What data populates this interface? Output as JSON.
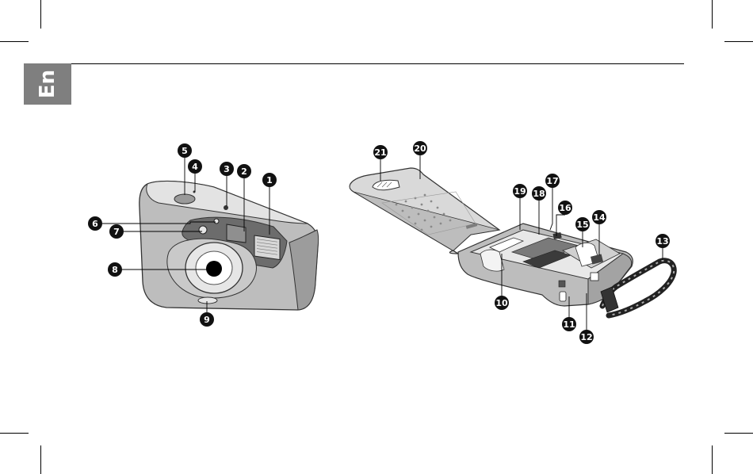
{
  "language_tab": {
    "label": "En"
  },
  "camera_front": {
    "callouts": [
      "1",
      "2",
      "3",
      "4",
      "5",
      "6",
      "7",
      "8",
      "9"
    ]
  },
  "camera_open": {
    "callouts": [
      "10",
      "11",
      "12",
      "13",
      "14",
      "15",
      "16",
      "17",
      "18",
      "19",
      "20",
      "21"
    ]
  },
  "colors": {
    "body": "#bdbdbd",
    "dark": "#555555",
    "callout_fill": "#111111",
    "tab": "#7f7f7f"
  }
}
